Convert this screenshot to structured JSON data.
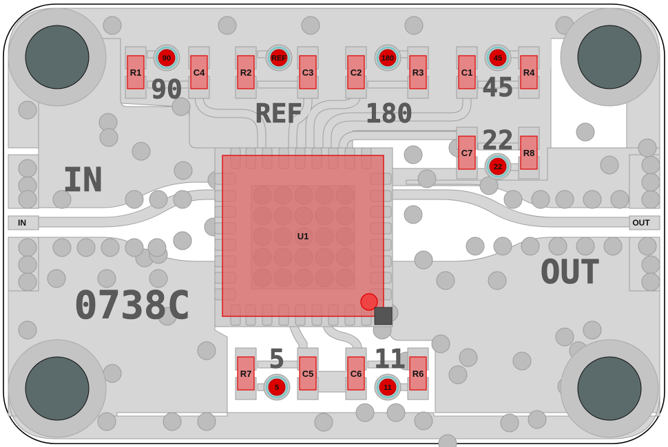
{
  "board": {
    "part_number": "0738C",
    "ic": {
      "refdes": "U1"
    },
    "ports": {
      "input": "IN",
      "output": "OUT"
    },
    "edge_labels": {
      "input": "IN",
      "output": "OUT"
    },
    "colors": {
      "board_edge": "#000000",
      "copper": "#d6d6d6",
      "copper_outline": "#9e9e9e",
      "via": "#bdbdbd",
      "mount_hole": "#5b6a6a",
      "silkscreen": "#5a5a5a",
      "component_body": "#e58585",
      "component_outline": "#e00000",
      "test_point": "#dd0000",
      "test_point_ring": "#6ec9c9",
      "pin1_marker": "#555555"
    }
  },
  "silkscreen_labels": {
    "phase_90": "90",
    "phase_ref": "REF",
    "phase_180": "180",
    "phase_45": "45",
    "phase_22": "22",
    "phase_5": "5",
    "phase_11": "11",
    "input": "IN",
    "output": "OUT",
    "part_number": "0738C"
  },
  "components": [
    {
      "refdes": "R1",
      "type": "resistor"
    },
    {
      "refdes": "C4",
      "type": "capacitor"
    },
    {
      "refdes": "R2",
      "type": "resistor"
    },
    {
      "refdes": "C3",
      "type": "capacitor"
    },
    {
      "refdes": "C2",
      "type": "capacitor"
    },
    {
      "refdes": "R3",
      "type": "resistor"
    },
    {
      "refdes": "C1",
      "type": "capacitor"
    },
    {
      "refdes": "R4",
      "type": "resistor"
    },
    {
      "refdes": "C7",
      "type": "capacitor"
    },
    {
      "refdes": "R8",
      "type": "resistor"
    },
    {
      "refdes": "R7",
      "type": "resistor"
    },
    {
      "refdes": "C5",
      "type": "capacitor"
    },
    {
      "refdes": "C6",
      "type": "capacitor"
    },
    {
      "refdes": "R6",
      "type": "resistor"
    }
  ],
  "test_points": [
    {
      "label": "90"
    },
    {
      "label": "REF"
    },
    {
      "label": "180"
    },
    {
      "label": "45"
    },
    {
      "label": "22"
    },
    {
      "label": "5"
    },
    {
      "label": "11"
    }
  ]
}
